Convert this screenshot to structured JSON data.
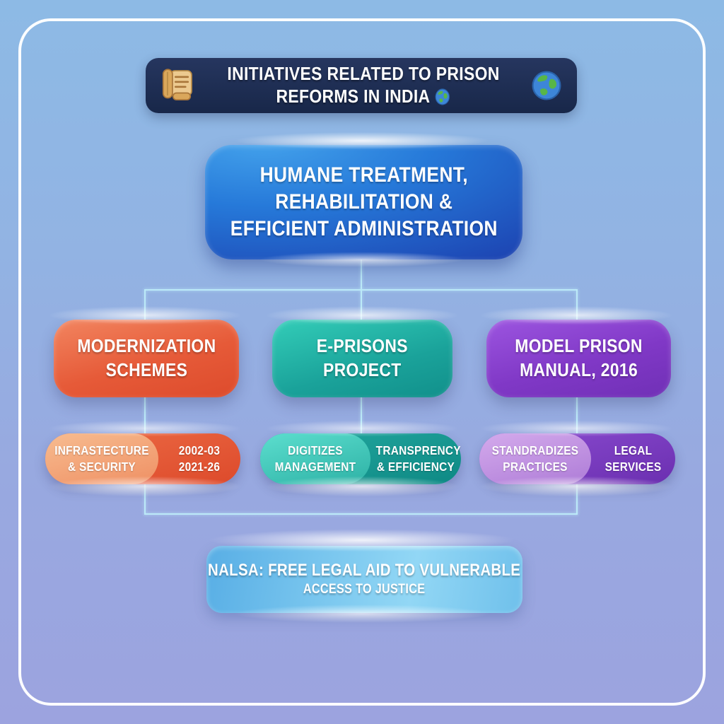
{
  "colors": {
    "background_top": "#8FBCE6",
    "background_bottom": "#9BA3DF",
    "frame_border": "#FFFFFF",
    "banner_bg": "#1C2B4E",
    "root_box_blue_top": "#3E9BE8",
    "root_box_blue_bottom": "#1C40AF",
    "connector_line": "#BCEAF8",
    "modernization_orange": "#E65A38",
    "modernization_pill_light": "#F3A878",
    "eprisons_teal": "#1AA29A",
    "eprisons_pill_light": "#45CBBC",
    "manual_purple": "#8038C6",
    "manual_pill_light": "#C497E4",
    "footer_sky_blue": "#7CC8EF",
    "text": "#FFFFFF"
  },
  "banner": {
    "line1": "INITIATIVES RELATED TO PRISON",
    "line2": "REFORMS IN INDIA",
    "left_icon": "scroll",
    "right_icon": "globe",
    "inline_icon": "globe"
  },
  "root_box": {
    "line1": "HUMANE TREATMENT,",
    "line2": "REHABILITATION &",
    "line3": "EFFICIENT ADMINISTRATION"
  },
  "columns": [
    {
      "title": {
        "line1": "MODERNIZATION",
        "line2": "SCHEMES"
      },
      "pill_left": {
        "line1": "INFRASTECTURE",
        "line2": "& SECURITY"
      },
      "pill_right": {
        "line1": "2002-03",
        "line2": "2021-26"
      }
    },
    {
      "title": {
        "line1": "E-PRISONS",
        "line2": "PROJECT"
      },
      "pill_left": {
        "line1": "DIGITIZES",
        "line2": "MANAGEMENT"
      },
      "pill_right": {
        "line1": "TRANSPRENCY",
        "line2": "& EFFICIENCY"
      }
    },
    {
      "title": {
        "line1": "MODEL PRISON",
        "line2": "MANUAL, 2016"
      },
      "pill_left": {
        "line1": "STANDRADIZES",
        "line2": "PRACTICES"
      },
      "pill_right": {
        "line1": "LEGAL",
        "line2": "SERVICES"
      }
    }
  ],
  "footer_box": {
    "line1": "NALSA: FREE LEGAL AID TO VULNERABLE",
    "line2": "ACCESS TO JUSTICE"
  }
}
